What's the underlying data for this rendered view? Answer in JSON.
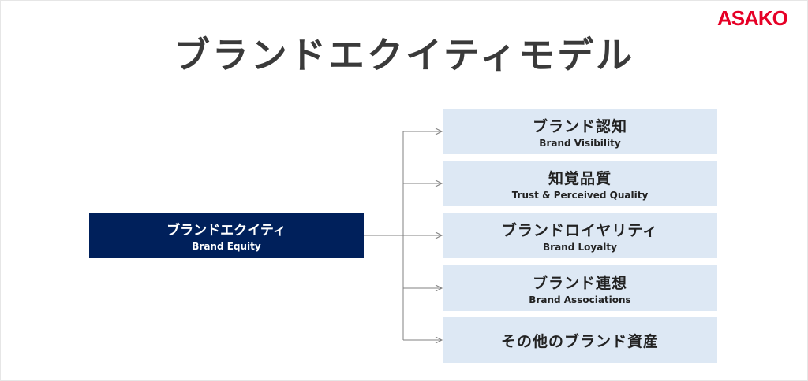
{
  "title": "ブランドエクイティモデル",
  "logo": "ASAKO",
  "colors": {
    "root_bg": "#00205b",
    "child_bg": "#dde8f4",
    "logo": "#e60026",
    "connector": "#808080"
  },
  "root": {
    "jp": "ブランドエクイティ",
    "en": "Brand Equity"
  },
  "children": [
    {
      "jp": "ブランド認知",
      "en": "Brand Visibility"
    },
    {
      "jp": "知覚品質",
      "en": "Trust & Perceived Quality"
    },
    {
      "jp": "ブランドロイヤリティ",
      "en": "Brand Loyalty"
    },
    {
      "jp": "ブランド連想",
      "en": "Brand Associations"
    },
    {
      "jp": "その他のブランド資産",
      "en": null
    }
  ]
}
